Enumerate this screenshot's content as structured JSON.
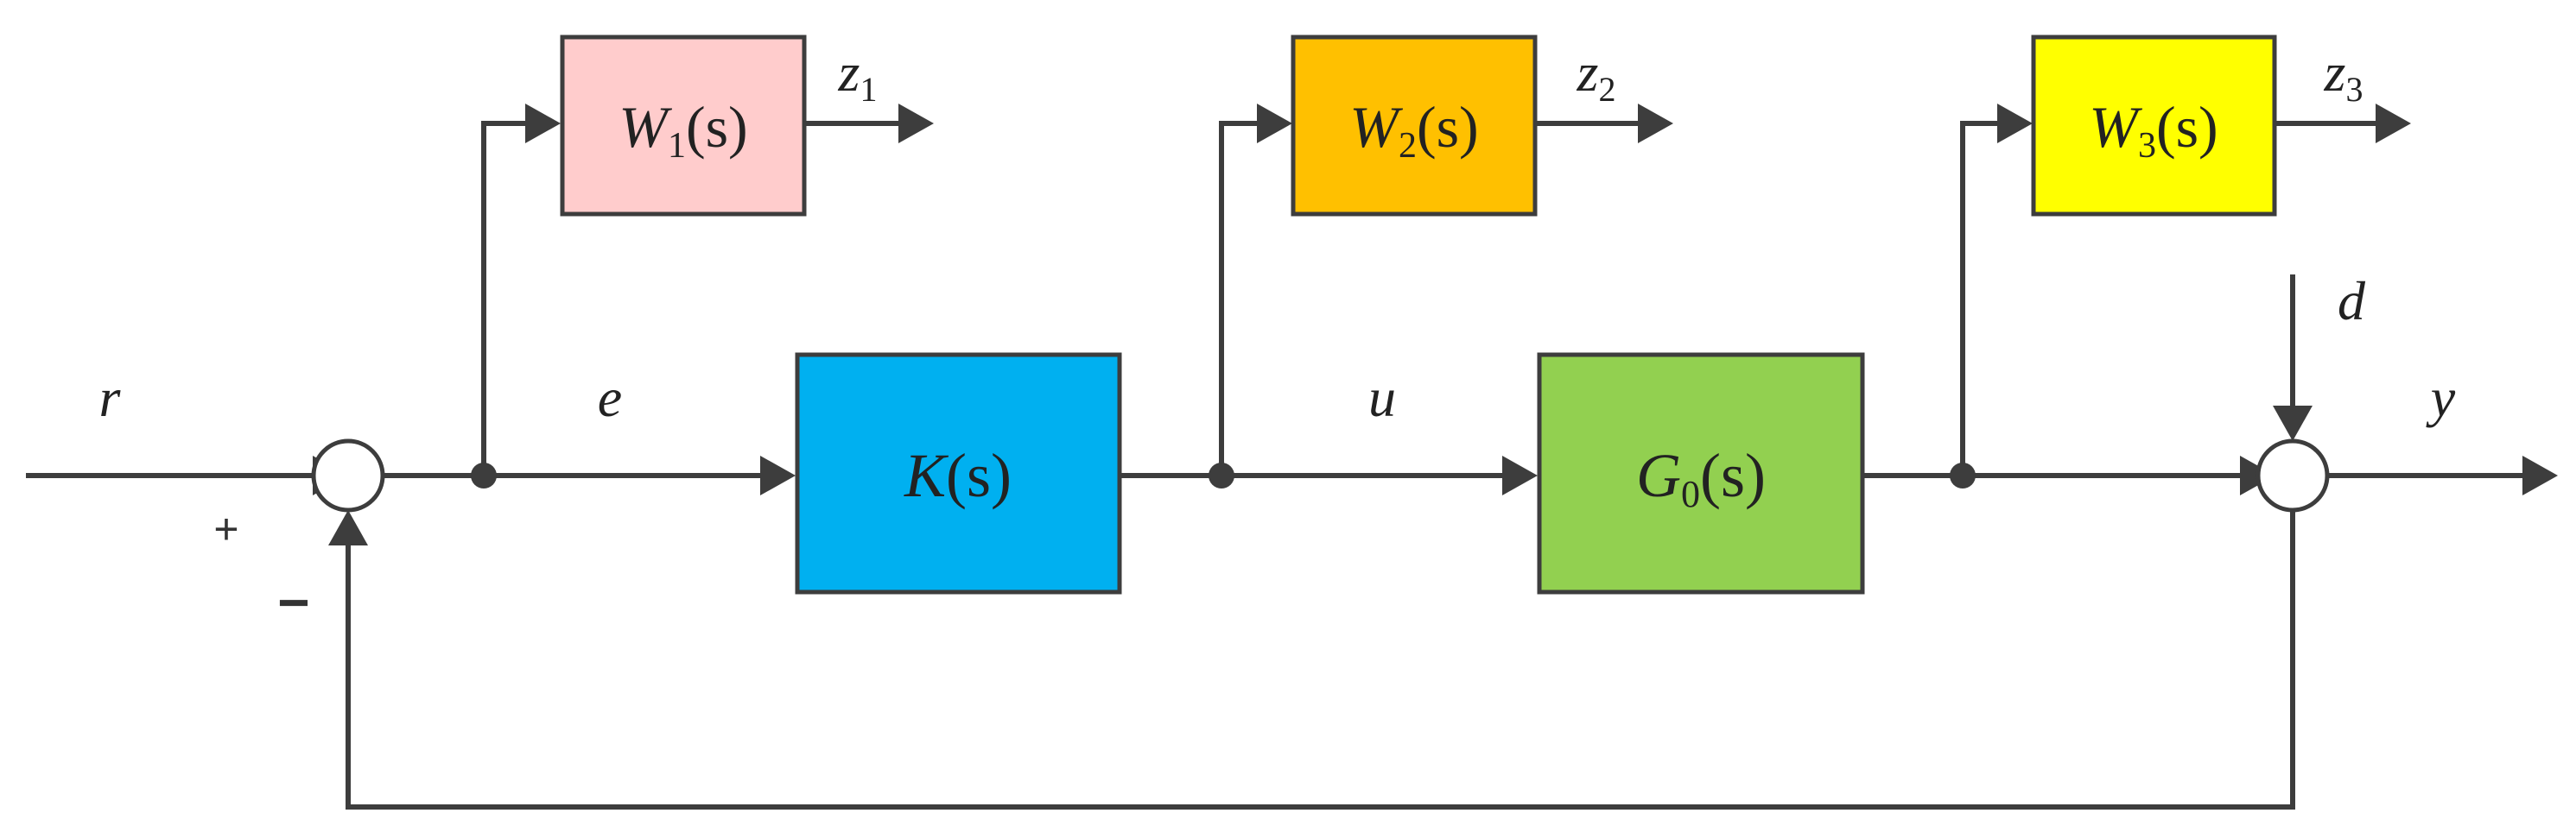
{
  "colors": {
    "W1": "#ffcccc",
    "W2": "#ffc000",
    "W3": "#ffff00",
    "K": "#00b0f0",
    "G0": "#92d050",
    "line": "#3d3d3d"
  },
  "blocks": {
    "W1": {
      "base": "W",
      "sub": "1",
      "arg": "(s)"
    },
    "W2": {
      "base": "W",
      "sub": "2",
      "arg": "(s)"
    },
    "W3": {
      "base": "W",
      "sub": "3",
      "arg": "(s)"
    },
    "K": {
      "base": "K",
      "arg": "(s)"
    },
    "G0": {
      "base": "G",
      "sub": "0",
      "arg": "(s)"
    }
  },
  "signals": {
    "r": "r",
    "e": "e",
    "u": "u",
    "d": "d",
    "y": "y",
    "z1": {
      "base": "z",
      "sub": "1"
    },
    "z2": {
      "base": "z",
      "sub": "2"
    },
    "z3": {
      "base": "z",
      "sub": "3"
    }
  },
  "signs": {
    "plus": "+",
    "minus": "−"
  }
}
